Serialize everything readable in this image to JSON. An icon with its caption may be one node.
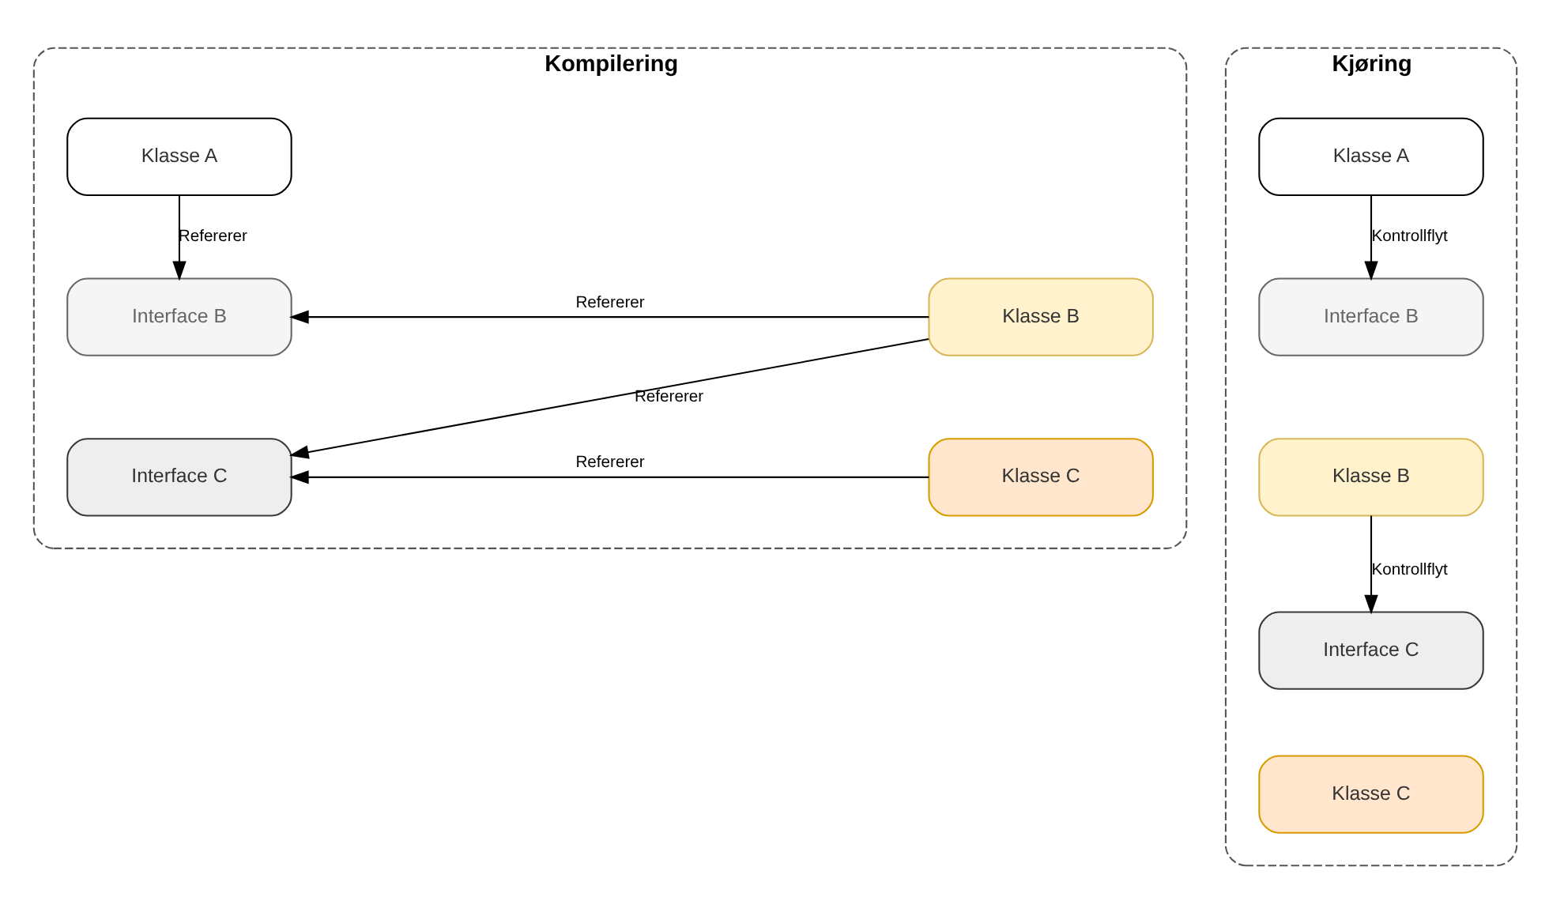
{
  "diagram": {
    "nodes": [
      {
        "text": [
          "Kompilering"
        ]
      },
      {
        "text": [
          "Klasse A"
        ],
        "in": 0
      },
      {
        "text": [
          "Interface B"
        ],
        "in": 0
      },
      {
        "text": [
          "Klasse B"
        ],
        "in": 0
      },
      {
        "text": [
          "Interface C"
        ],
        "in": 0
      },
      {
        "text": [
          "Klasse C"
        ],
        "in": 0
      },
      {
        "text": [
          "Kjøring"
        ]
      },
      {
        "text": [
          "Klasse A"
        ],
        "in": 6
      },
      {
        "text": [
          "Interface B"
        ],
        "in": 6
      },
      {
        "text": [
          "Klasse B"
        ],
        "in": 6
      },
      {
        "text": [
          "Interface C"
        ],
        "in": 6
      },
      {
        "text": [
          "Klasse C"
        ],
        "in": 6
      }
    ],
    "edges": [
      {
        "from": 1,
        "to": 2,
        "arrow": "to",
        "label": "Refererer"
      },
      {
        "from": 3,
        "to": 2,
        "arrow": "to",
        "label": "Refererer"
      },
      {
        "from": 3,
        "to": 4,
        "arrow": "to",
        "label": "Refererer"
      },
      {
        "from": 5,
        "to": 4,
        "arrow": "to",
        "label": "Refererer"
      },
      {
        "from": 7,
        "to": 8,
        "arrow": "to",
        "label": "Kontrollflyt"
      },
      {
        "from": 9,
        "to": 10,
        "arrow": "to",
        "label": "Kontrollflyt"
      }
    ]
  }
}
